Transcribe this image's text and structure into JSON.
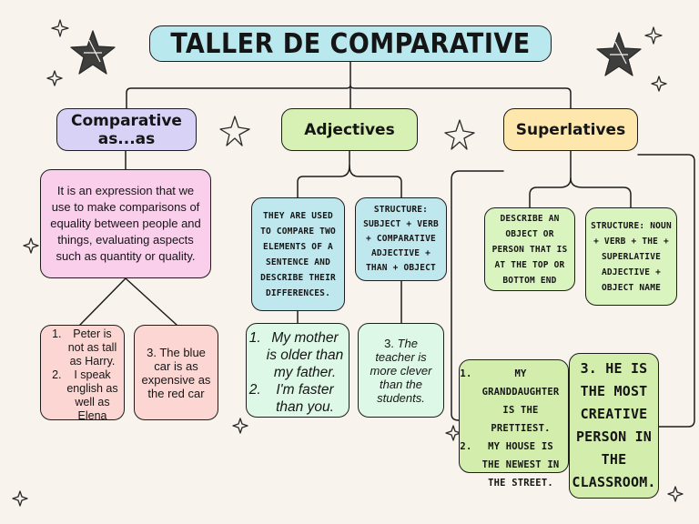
{
  "title": "TALLER DE COMPARATIVE",
  "categories": {
    "comparative": "Comparative as...as",
    "adjectives": "Adjectives",
    "superlatives": "Superlatives"
  },
  "comparative": {
    "definition": "It is an expression that we use to make comparisons of equality between people and things, evaluating aspects such as quantity or quality.",
    "examples_list": [
      "Peter is not as tall as Harry.",
      "I speak english as well as Elena"
    ],
    "example_3": "3. The blue car is as expensive as the red car"
  },
  "adjectives": {
    "definition": "They are used to compare two elements of a sentence and describe their differences.",
    "structure": "Structure: subject + verb + comparative adjective + than + object",
    "examples_list": [
      "My mother is older than my father.",
      "I'm faster than you."
    ],
    "example_3_number": "3.",
    "example_3_text": "The teacher is more clever than the students."
  },
  "superlatives": {
    "definition": "Describe an object or person that is at the top or bottom end",
    "structure": "Structure: noun + verb + the + superlative adjective + object name",
    "examples_list": [
      "My granddaughter is the prettiest.",
      "My house is the newest in the street."
    ],
    "example_3": "3. He is the most creative person in the classroom."
  },
  "colors": {
    "title_bg": "#b9e8ee",
    "comparative_bg": "#d8d3f6",
    "adjectives_bg": "#d7f0b3",
    "superlatives_bg": "#fde7ac",
    "pink_box": "#f9cfec",
    "salmon_box": "#fbd6d3",
    "blue_box": "#bfe7ee",
    "mint_box": "#ddf8e6",
    "green_box": "#d2edac"
  },
  "icons": [
    "star-icon",
    "sparkle-icon"
  ]
}
